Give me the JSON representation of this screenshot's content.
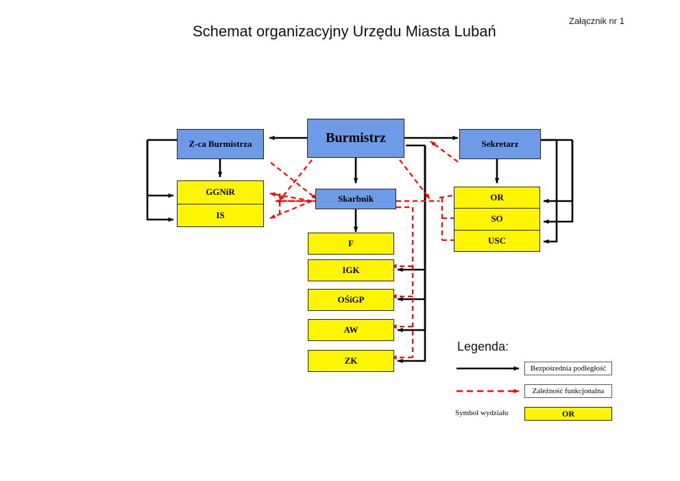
{
  "header": {
    "title": "Schemat organizacyjny Urzędu Miasta Lubań",
    "attachment_note": "Załącznik nr 1"
  },
  "colors": {
    "executive_fill": "#6E9BE8",
    "department_fill": "#FFF500",
    "direct_line": "#000000",
    "functional_line": "#FF0000",
    "border": "#222222"
  },
  "nodes": {
    "burmistrz": "Burmistrz",
    "zca_burmistrza": "Z-ca Burmistrza",
    "sekretarz": "Sekretarz",
    "skarbnik": "Skarbnik",
    "ggnir": "GGNiR",
    "is": "IS",
    "or": "OR",
    "so": "SO",
    "usc": "USC",
    "f": "F",
    "igk": "IGK",
    "osigp": "OŚiGP",
    "aw": "AW",
    "zk": "ZK"
  },
  "legend": {
    "title": "Legenda:",
    "direct_label": "Bezpośrednia podległość",
    "functional_label": "Zależność funkcjonalna",
    "symbol_caption": "Symbol wydziału",
    "symbol_sample": "OR"
  },
  "chart_data": {
    "type": "diagram",
    "title": "Schemat organizacyjny Urzędu Miasta Lubań",
    "diagram_kind": "organizational-chart",
    "levels": [
      {
        "level": 1,
        "nodes": [
          "Burmistrz"
        ]
      },
      {
        "level": 2,
        "nodes": [
          "Z-ca Burmistrza",
          "Skarbnik",
          "Sekretarz"
        ]
      },
      {
        "level": 3,
        "nodes": [
          "GGNiR",
          "IS",
          "F",
          "IGK",
          "OŚiGP",
          "AW",
          "ZK",
          "OR",
          "SO",
          "USC"
        ]
      }
    ],
    "direct_subordination": [
      {
        "from": "Burmistrz",
        "to": "Z-ca Burmistrza"
      },
      {
        "from": "Burmistrz",
        "to": "Skarbnik"
      },
      {
        "from": "Burmistrz",
        "to": "Sekretarz"
      },
      {
        "from": "Burmistrz",
        "to": "IGK"
      },
      {
        "from": "Burmistrz",
        "to": "OŚiGP"
      },
      {
        "from": "Burmistrz",
        "to": "AW"
      },
      {
        "from": "Burmistrz",
        "to": "ZK"
      },
      {
        "from": "Z-ca Burmistrza",
        "to": "GGNiR"
      },
      {
        "from": "Z-ca Burmistrza",
        "to": "IS"
      },
      {
        "from": "Skarbnik",
        "to": "F"
      },
      {
        "from": "Sekretarz",
        "to": "OR"
      },
      {
        "from": "Sekretarz",
        "to": "SO"
      },
      {
        "from": "Sekretarz",
        "to": "USC"
      }
    ],
    "functional_dependency": [
      {
        "from": "Burmistrz",
        "to": "GGNiR"
      },
      {
        "from": "Burmistrz",
        "to": "IS"
      },
      {
        "from": "Burmistrz",
        "to": "Skarbnik"
      },
      {
        "from": "Burmistrz",
        "to": "OR"
      },
      {
        "from": "Burmistrz",
        "to": "SO"
      },
      {
        "from": "Burmistrz",
        "to": "USC"
      },
      {
        "from": "Skarbnik",
        "to": "Z-ca Burmistrza"
      },
      {
        "from": "Skarbnik",
        "to": "Sekretarz"
      },
      {
        "from": "Skarbnik",
        "to": "IGK"
      },
      {
        "from": "Skarbnik",
        "to": "OŚiGP"
      },
      {
        "from": "Skarbnik",
        "to": "AW"
      },
      {
        "from": "Skarbnik",
        "to": "ZK"
      }
    ],
    "legend_entries": [
      {
        "style": "solid-black-arrow",
        "label": "Bezpośrednia podległość"
      },
      {
        "style": "dashed-red-arrow",
        "label": "Zależność funkcjonalna"
      },
      {
        "style": "yellow-box",
        "label": "Symbol wydziału",
        "sample": "OR"
      }
    ]
  }
}
